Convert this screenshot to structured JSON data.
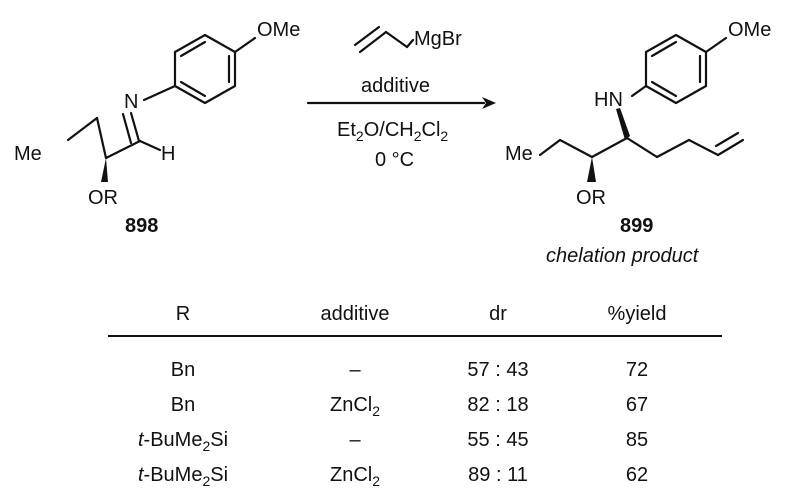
{
  "reactant": {
    "id": "898",
    "ome": "OMe",
    "n": "N",
    "h": "H",
    "me": "Me",
    "or": "OR"
  },
  "product": {
    "id": "899",
    "caption": "chelation product",
    "ome": "OMe",
    "hn": "HN",
    "me": "Me",
    "or": "OR"
  },
  "reagents": {
    "grignard": "MgBr",
    "additive": "additive",
    "solvent": "Et2O/CH2Cl2",
    "temperature": "0 °C"
  },
  "table": {
    "headers": [
      "R",
      "additive",
      "dr",
      "%yield"
    ],
    "rows": [
      [
        "Bn",
        "–",
        "57 : 43",
        "72"
      ],
      [
        "Bn",
        "ZnCl2",
        "82 : 18",
        "67"
      ],
      [
        "t-BuMe2Si",
        "–",
        "55 : 45",
        "85"
      ],
      [
        "t-BuMe2Si",
        "ZnCl2",
        "89 : 11",
        "62"
      ]
    ]
  }
}
